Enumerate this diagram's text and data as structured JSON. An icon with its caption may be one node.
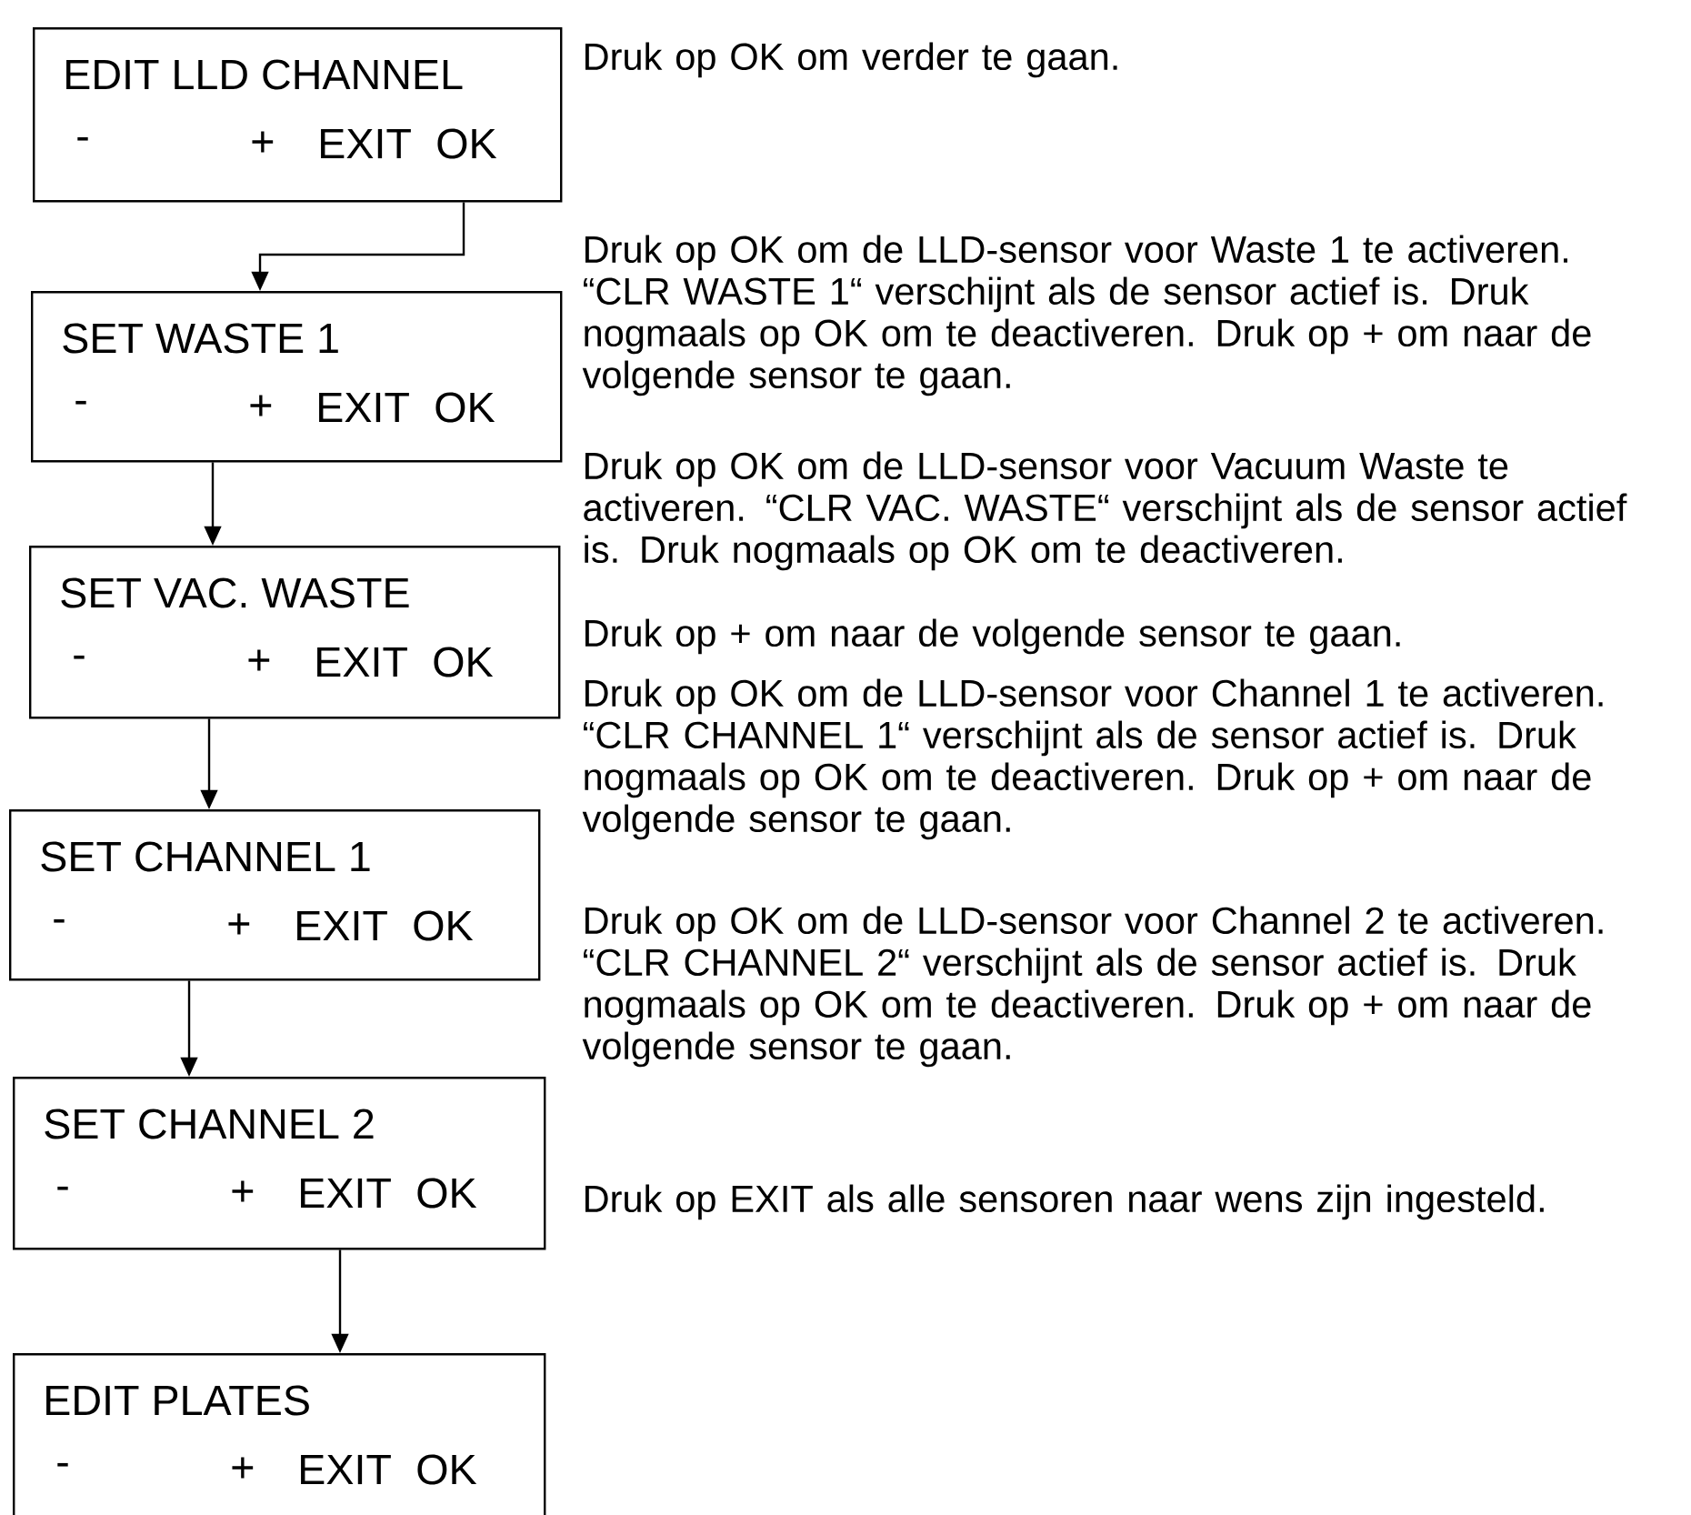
{
  "diagram": {
    "nodes": [
      {
        "text": [
          "EDIT LLD CHANNEL",
          "-",
          "+",
          "EXIT",
          "OK"
        ]
      },
      {
        "text": [
          "SET WASTE 1",
          "-",
          "+",
          "EXIT",
          "OK"
        ]
      },
      {
        "text": [
          "SET VAC. WASTE",
          "-",
          "+",
          "EXIT",
          "OK"
        ]
      },
      {
        "text": [
          "SET CHANNEL 1",
          "-",
          "+",
          "EXIT",
          "OK"
        ]
      },
      {
        "text": [
          "SET CHANNEL 2",
          "-",
          "+",
          "EXIT",
          "OK"
        ]
      },
      {
        "text": [
          "EDIT PLATES",
          "-",
          "+",
          "EXIT",
          "OK"
        ]
      }
    ],
    "edges": [
      {
        "from": 0,
        "to": 1,
        "arrow": "to"
      },
      {
        "from": 1,
        "to": 2,
        "arrow": "to"
      },
      {
        "from": 2,
        "to": 3,
        "arrow": "to"
      },
      {
        "from": 3,
        "to": 4,
        "arrow": "to"
      },
      {
        "from": 4,
        "to": 5,
        "arrow": "to"
      }
    ],
    "labels": [
      "Druk op OK om verder te gaan.",
      "Druk op OK om de LLD-sensor voor Waste 1 te activeren. “CLR WASTE 1“ verschijnt als de sensor actief is. Druk nogmaals op OK om te deactiveren. Druk op + om naar de volgende sensor te gaan.",
      "Druk op OK om de LLD-sensor voor Vacuum Waste te activeren. “CLR VAC. WASTE“ verschijnt als de sensor actief is. Druk nogmaals op OK om te deactiveren.",
      "Druk op + om naar de volgende sensor te gaan.",
      "Druk op OK om de LLD-sensor voor Channel 1 te activeren. “CLR CHANNEL 1“ verschijnt als de sensor actief is. Druk nogmaals op OK om te deactiveren. Druk op + om naar de volgende sensor te gaan.",
      "Druk op OK om de LLD-sensor voor Channel 2 te activeren. “CLR CHANNEL 2“ verschijnt als de sensor actief is. Druk nogmaals op OK om te deactiveren. Druk op + om naar de volgende sensor te gaan.",
      "Druk op EXIT als alle sensoren naar wens zijn ingesteld."
    ]
  }
}
